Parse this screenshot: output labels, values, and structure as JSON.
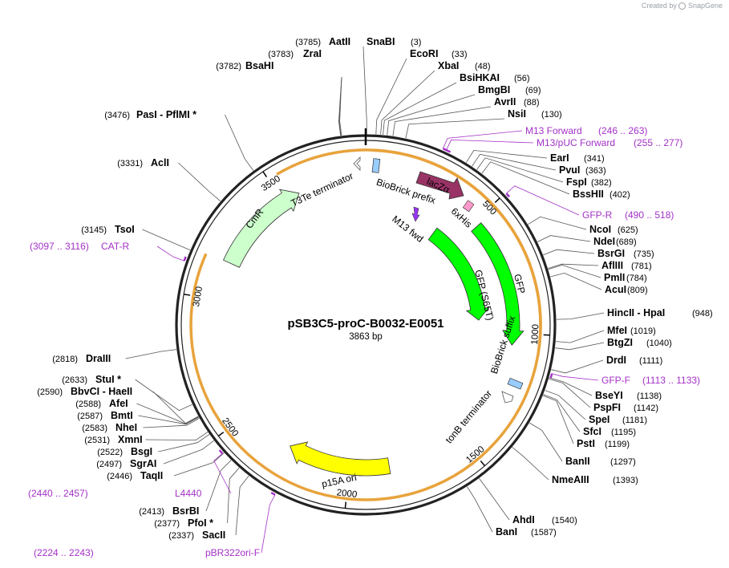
{
  "credit": {
    "prefix": "Created by",
    "brand": "SnapGene"
  },
  "plasmid": {
    "name": "pSB3C5-proC-B0032-E0051",
    "size": 3863,
    "size_label": "3863 bp"
  },
  "ticks": [
    {
      "label": "500",
      "pos": 500
    },
    {
      "label": "1000",
      "pos": 1000
    },
    {
      "label": "1500",
      "pos": 1500
    },
    {
      "label": "2000",
      "pos": 2000
    },
    {
      "label": "2500",
      "pos": 2500
    },
    {
      "label": "3000",
      "pos": 3000
    },
    {
      "label": "3500",
      "pos": 3500
    }
  ],
  "sites_top": [
    {
      "name": "AatII",
      "pos_label": "(3785)",
      "pos": 3785,
      "side": "left"
    },
    {
      "name": "ZraI",
      "pos_label": "(3783)",
      "pos": 3783,
      "side": "left"
    },
    {
      "name": "BsaHI",
      "pos_label": "(3782)",
      "pos": 3782,
      "side": "left"
    },
    {
      "name": "SnaBI",
      "pos_label": "(3)",
      "pos": 3,
      "side": "right"
    },
    {
      "name": "EcoRI",
      "pos_label": "(33)",
      "pos": 33,
      "side": "right"
    },
    {
      "name": "XbaI",
      "pos_label": "(48)",
      "pos": 48,
      "side": "right"
    },
    {
      "name": "BsiHKAI",
      "pos_label": "(56)",
      "pos": 56,
      "side": "right"
    },
    {
      "name": "BmgBI",
      "pos_label": "(69)",
      "pos": 69,
      "side": "right"
    },
    {
      "name": "AvrII",
      "pos_label": "(88)",
      "pos": 88,
      "side": "right"
    },
    {
      "name": "NsiI",
      "pos_label": "(130)",
      "pos": 130,
      "side": "right"
    }
  ],
  "sites_right": [
    {
      "name": "EarI",
      "pos_label": "(341)",
      "pos": 341
    },
    {
      "name": "PvuI",
      "pos_label": "(363)",
      "pos": 363
    },
    {
      "name": "FspI",
      "pos_label": "(382)",
      "pos": 382
    },
    {
      "name": "BssHII",
      "pos_label": "(402)",
      "pos": 402
    },
    {
      "name": "NcoI",
      "pos_label": "(625)",
      "pos": 625
    },
    {
      "name": "NdeI",
      "pos_label": "(689)",
      "pos": 689
    },
    {
      "name": "BsrGI",
      "pos_label": "(735)",
      "pos": 735
    },
    {
      "name": "AflIII",
      "pos_label": "(781)",
      "pos": 781
    },
    {
      "name": "PmlI",
      "pos_label": "(784)",
      "pos": 784
    },
    {
      "name": "AcuI",
      "pos_label": "(809)",
      "pos": 809
    },
    {
      "name": "HincII - HpaI",
      "pos_label": "(948)",
      "pos": 948
    },
    {
      "name": "MfeI",
      "pos_label": "(1019)",
      "pos": 1019
    },
    {
      "name": "BtgZI",
      "pos_label": "(1040)",
      "pos": 1040
    },
    {
      "name": "DrdI",
      "pos_label": "(1111)",
      "pos": 1111
    },
    {
      "name": "BseYI",
      "pos_label": "(1138)",
      "pos": 1138
    },
    {
      "name": "PspFI",
      "pos_label": "(1142)",
      "pos": 1142
    },
    {
      "name": "SpeI",
      "pos_label": "(1181)",
      "pos": 1181
    },
    {
      "name": "SfcI",
      "pos_label": "(1195)",
      "pos": 1195
    },
    {
      "name": "PstI",
      "pos_label": "(1199)",
      "pos": 1199
    },
    {
      "name": "BanII",
      "pos_label": "(1297)",
      "pos": 1297
    },
    {
      "name": "NmeAIII",
      "pos_label": "(1393)",
      "pos": 1393
    },
    {
      "name": "AhdI",
      "pos_label": "(1540)",
      "pos": 1540
    },
    {
      "name": "BanI",
      "pos_label": "(1587)",
      "pos": 1587
    }
  ],
  "sites_left": [
    {
      "name": "PasI - PflMI *",
      "pos_label": "(3476)",
      "pos": 3476
    },
    {
      "name": "AclI",
      "pos_label": "(3331)",
      "pos": 3331
    },
    {
      "name": "TsoI",
      "pos_label": "(3145)",
      "pos": 3145
    },
    {
      "name": "DraIII",
      "pos_label": "(2818)",
      "pos": 2818
    },
    {
      "name": "StuI *",
      "pos_label": "(2633)",
      "pos": 2633
    },
    {
      "name": "BbvCI - HaeII",
      "pos_label": "(2590)",
      "pos": 2590
    },
    {
      "name": "AfeI",
      "pos_label": "(2588)",
      "pos": 2588
    },
    {
      "name": "BmtI",
      "pos_label": "(2587)",
      "pos": 2587
    },
    {
      "name": "NheI",
      "pos_label": "(2583)",
      "pos": 2583
    },
    {
      "name": "XmnI",
      "pos_label": "(2531)",
      "pos": 2531
    },
    {
      "name": "BsgI",
      "pos_label": "(2522)",
      "pos": 2522
    },
    {
      "name": "SgrAI",
      "pos_label": "(2497)",
      "pos": 2497
    },
    {
      "name": "TaqII",
      "pos_label": "(2446)",
      "pos": 2446
    },
    {
      "name": "BsrBI",
      "pos_label": "(2413)",
      "pos": 2413
    },
    {
      "name": "PfoI *",
      "pos_label": "(2377)",
      "pos": 2377
    },
    {
      "name": "SacII",
      "pos_label": "(2337)",
      "pos": 2337
    }
  ],
  "primers": [
    {
      "name": "M13 Forward",
      "range": "(246 .. 263)",
      "pos": 254
    },
    {
      "name": "M13/pUC Forward",
      "range": "(255 .. 277)",
      "pos": 266
    },
    {
      "name": "GFP-R",
      "range": "(490 .. 518)",
      "pos": 504
    },
    {
      "name": "GFP-F",
      "range": "(1113 .. 1133)",
      "pos": 1123
    },
    {
      "name": "L4440",
      "range": "(2440 .. 2457)",
      "pos": 2448
    },
    {
      "name": "pBR322ori-F",
      "range": "(2224 .. 2243)",
      "pos": 2233
    },
    {
      "name": "CAT-R",
      "range": "(3097 .. 3116)",
      "pos": 3106
    }
  ],
  "features": [
    {
      "label": "CmR",
      "color": "#ccffcc"
    },
    {
      "label": "T3Te terminator"
    },
    {
      "label": "BioBrick prefix",
      "color": "#99ccff"
    },
    {
      "label": "lacZα",
      "color": "#993366"
    },
    {
      "label": "M13 fwd",
      "color": "#9933ff"
    },
    {
      "label": "6xHis",
      "color": "#ff99cc"
    },
    {
      "label": "GFP",
      "color": "#00ff00"
    },
    {
      "label": "GFP (S65T)",
      "color": "#00ff00"
    },
    {
      "label": "BioBrick suffix",
      "color": "#99ccff"
    },
    {
      "label": "tonB terminator"
    },
    {
      "label": "p15A ori",
      "color": "#ffff00"
    }
  ],
  "colors": {
    "primer": "#a331c6",
    "orf_band": "#e8a33c",
    "backbone": "#222222"
  }
}
